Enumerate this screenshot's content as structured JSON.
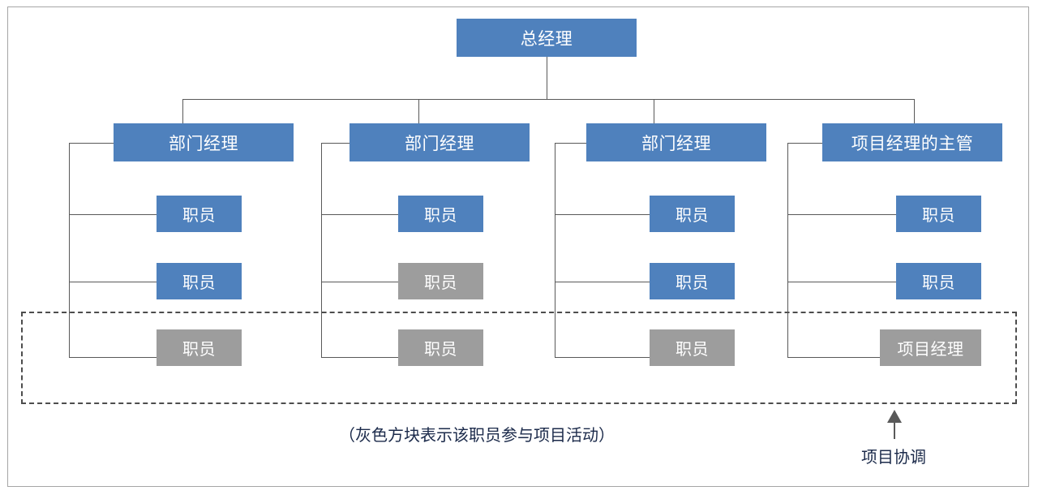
{
  "diagram": {
    "title": "Project Organization Chart",
    "colors": {
      "blue": "#4F81BD",
      "gray": "#9D9D9D",
      "connector": "#595959",
      "frame": "#A6A6A6",
      "dashed_border": "#4D4D4D",
      "caption_text": "#1B2A4A",
      "node_text": "#FFFFFF"
    },
    "top": {
      "label": "总经理"
    },
    "columns": [
      {
        "id": "col1",
        "header": "部门经理",
        "children": [
          {
            "label": "职员",
            "style": "blue"
          },
          {
            "label": "职员",
            "style": "blue"
          },
          {
            "label": "职员",
            "style": "gray"
          }
        ]
      },
      {
        "id": "col2",
        "header": "部门经理",
        "children": [
          {
            "label": "职员",
            "style": "blue"
          },
          {
            "label": "职员",
            "style": "gray"
          },
          {
            "label": "职员",
            "style": "gray"
          }
        ]
      },
      {
        "id": "col3",
        "header": "部门经理",
        "children": [
          {
            "label": "职员",
            "style": "blue"
          },
          {
            "label": "职员",
            "style": "blue"
          },
          {
            "label": "职员",
            "style": "gray"
          }
        ]
      },
      {
        "id": "col4",
        "header": "项目经理的主管",
        "children": [
          {
            "label": "职员",
            "style": "blue"
          },
          {
            "label": "职员",
            "style": "blue"
          },
          {
            "label": "项目经理",
            "style": "gray"
          }
        ]
      }
    ],
    "legend_caption": "（灰色方块表示该职员参与项目活动）",
    "arrow_label": "项目协调"
  }
}
